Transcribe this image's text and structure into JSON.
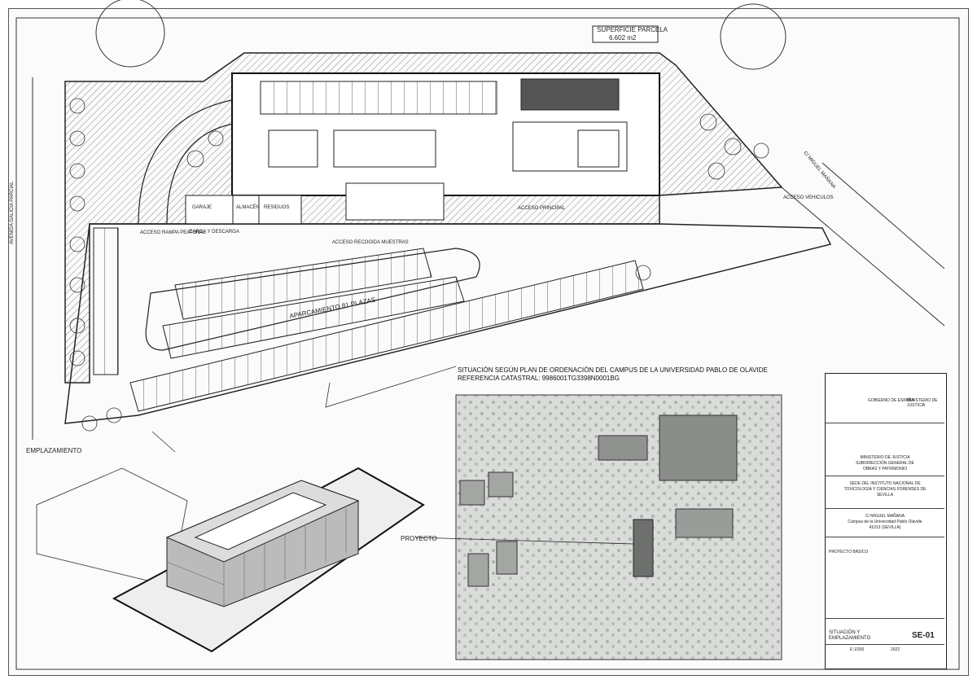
{
  "plan": {
    "surface_box": [
      "SUPERFICIE PARCELA",
      "6.602 m2"
    ],
    "street_left": "AVENIDA GALICIA PARCIAL",
    "street_right": "C/ MIGUEL MAÑANA",
    "parking_label": "APARCAMIENTO 81 PLAZAS",
    "access_main": "ACCESO PRINCIPAL",
    "access_vehicles": "ACCESO VEHICULOS",
    "access_left": "ACCESO RAMPA PEATONAL",
    "access_center": "ACCESO RECOGIDA MUESTRAS",
    "rooms": [
      "GARAJE",
      "CARGA Y DESCARGA",
      "ALMACÉN",
      "RESIDUOS"
    ],
    "emplazamiento": "EMPLAZAMIENTO",
    "proyecto": "PROYECTO"
  },
  "situation": {
    "caption": "SITUACIÓN SEGÚN PLAN DE ORDENACIÓN DEL CAMPUS DE LA UNIVERSIDAD PABLO DE OLAVIDE",
    "catastral": "REFERENCIA CATASTRAL: 9986001TG3398N0001BG"
  },
  "titleblock": {
    "gov1": "GOBIERNO DE ESPAÑA",
    "gov2": "MINISTERIO DE JUSTICIA",
    "ministry": [
      "MINISTERIO DE JUSTICIA",
      "SUBDIRECCIÓN GENERAL DE",
      "OBRAS Y PATRIMONIO"
    ],
    "project": [
      "SEDE DEL INSTITUTO NACIONAL DE",
      "TOXICOLOGÍA Y CIENCIAS FORENSES DE",
      "SEVILLA"
    ],
    "address": [
      "C/ MIGUEL MAÑANA",
      "Campus de la Universidad Pablo Olavide",
      "41013 (SEVILLA)"
    ],
    "phase": "PROYECTO BÁSICO",
    "drawing": [
      "SITUACIÓN Y",
      "EMPLAZAMIENTO"
    ],
    "sheet": "SE-01",
    "scale": "E:1/200",
    "date": "2022"
  }
}
